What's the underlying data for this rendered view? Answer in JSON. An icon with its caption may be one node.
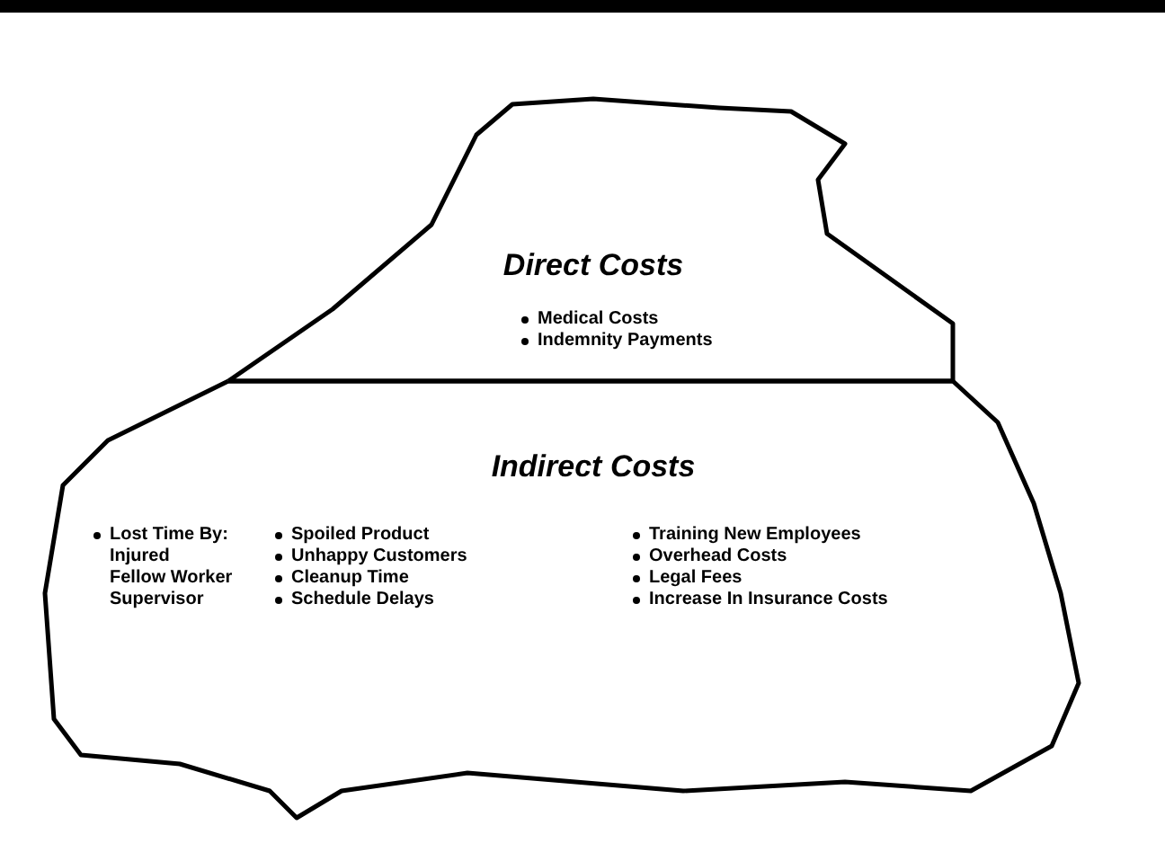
{
  "diagram": {
    "nodes": [
      {
        "text": [
          "Direct Costs",
          "Medical Costs",
          "Indemnity Payments"
        ]
      },
      {
        "text": [
          "Indirect Costs",
          "Lost Time By:",
          "Injured",
          "Fellow Worker",
          "Supervisor",
          "Spoiled Product",
          "Unhappy Customers",
          "Cleanup Time",
          "Schedule Delays",
          "Training New Employees",
          "Overhead Costs",
          "Legal Fees",
          "Increase In Insurance Costs"
        ]
      }
    ],
    "edges": []
  }
}
